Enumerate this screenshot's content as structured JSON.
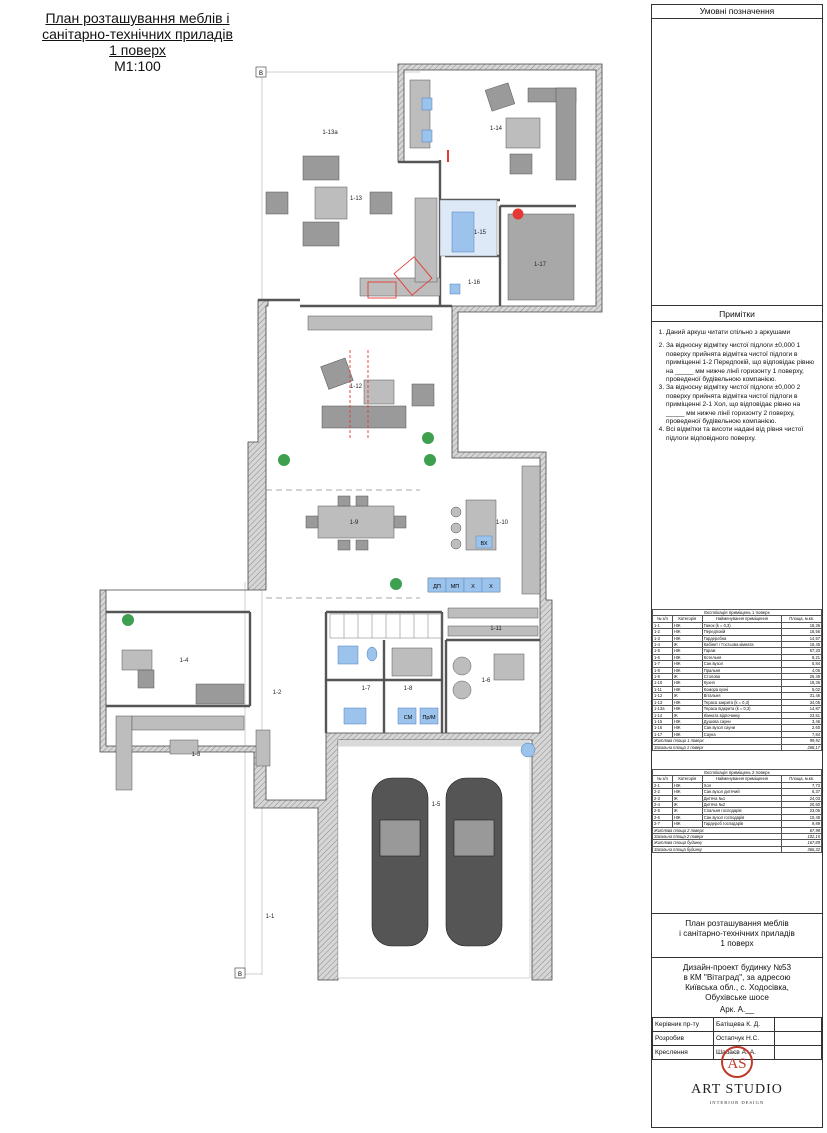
{
  "drawing_title": {
    "line1": "План розташування меблів і",
    "line2": "санітарно-технічних приладів",
    "line3": "1 поверх",
    "scale": "М1:100"
  },
  "grid_marker": "В",
  "plan_labels": [
    {
      "id": "1-1",
      "text": "1-1"
    },
    {
      "id": "1-2",
      "text": "1-2"
    },
    {
      "id": "1-3",
      "text": "1-3"
    },
    {
      "id": "1-4",
      "text": "1-4"
    },
    {
      "id": "1-5",
      "text": "1-5"
    },
    {
      "id": "1-6",
      "text": "1-6"
    },
    {
      "id": "1-7",
      "text": "1-7"
    },
    {
      "id": "1-8",
      "text": "1-8"
    },
    {
      "id": "1-9",
      "text": "1-9"
    },
    {
      "id": "1-10",
      "text": "1-10"
    },
    {
      "id": "1-11",
      "text": "1-11"
    },
    {
      "id": "1-12",
      "text": "1-12"
    },
    {
      "id": "1-13",
      "text": "1-13"
    },
    {
      "id": "1-13a",
      "text": "1-13а"
    },
    {
      "id": "1-14",
      "text": "1-14"
    },
    {
      "id": "1-15",
      "text": "1-15"
    },
    {
      "id": "1-16",
      "text": "1-16"
    },
    {
      "id": "1-17",
      "text": "1-17"
    }
  ],
  "kitchen_marks": [
    "ДП",
    "МП",
    "Х",
    "Х",
    "ВХ"
  ],
  "sanitary_marks": [
    "СМ",
    "Пр/М"
  ],
  "legend_header": "Умовні позначення",
  "notes": {
    "header": "Примітки",
    "items": [
      "Даний аркуш читати спільно з аркушами",
      "За відносну відмітку чистої підлоги ±0,000 1 поверху прийнята відмітка чистої підлоги в приміщенні 1-2 Передпокій, що відповідає рівню на _____ мм нижче лінії горизонту 1 поверху, проведеної будівельною компанією.",
      "За відносну відмітку чистої підлоги ±0,000 2 поверху прийнята відмітка чистої підлоги в приміщенні 2-1 Хол, що відповідає рівню на _____ мм нижче лінії горизонту 2 поверху, проведеної будівельною компанією.",
      "Всі відмітки та висоти надані від рівня чистої підлоги відповідного поверху."
    ]
  },
  "table1": {
    "caption": "Експлікація приміщень 1 поверх",
    "headers": [
      "№ з/п",
      "Категорія",
      "Найменування приміщення",
      "Площа, м.кв."
    ],
    "rows": [
      [
        "1-1",
        "НЖ",
        "Ганок (k = 0,3)",
        "18,36"
      ],
      [
        "1-2",
        "НЖ",
        "Передпокій",
        "18,56"
      ],
      [
        "1-3",
        "НЖ",
        "Гардеробна",
        "14,57"
      ],
      [
        "1-4",
        "Ж",
        "Кабінет / Гостьова кімната",
        "18,45"
      ],
      [
        "1-5",
        "НЖ",
        "Гараж",
        "57,33"
      ],
      [
        "1-6",
        "НЖ",
        "Котельня",
        "8,21"
      ],
      [
        "1-7",
        "НЖ",
        "Сан.вузол",
        "5,84"
      ],
      [
        "1-8",
        "НЖ",
        "Пральня",
        "4,06"
      ],
      [
        "1-9",
        "Ж",
        "Столова",
        "26,49"
      ],
      [
        "1-10",
        "НЖ",
        "Кухня",
        "18,36"
      ],
      [
        "1-11",
        "НЖ",
        "Комора кухні",
        "5,02"
      ],
      [
        "1-12",
        "Ж",
        "Вітальня",
        "31,46"
      ],
      [
        "1-13",
        "НЖ",
        "Тераса закрита (k = 0,3)",
        "34,05"
      ],
      [
        "1-13а",
        "НЖ",
        "Тераса відкрита (k = 0,3)",
        "14,87"
      ],
      [
        "1-14",
        "Ж",
        "Кімната відпочинку",
        "23,51"
      ],
      [
        "1-15",
        "НЖ",
        "Душова сауни",
        "3,46"
      ],
      [
        "1-16",
        "НЖ",
        "Сан.вузол сауни",
        "2,60"
      ],
      [
        "1-17",
        "НЖ",
        "Сауна",
        "7,84"
      ]
    ],
    "totals": [
      [
        "Житлова площа 1 поверх",
        "99,91"
      ],
      [
        "Загальна площа 1 поверх",
        "268,17"
      ]
    ]
  },
  "table2": {
    "caption": "Експлікація приміщень 2 поверх",
    "headers": [
      "№ з/п",
      "Категорія",
      "Найменування приміщення",
      "Площа, м.кв."
    ],
    "rows": [
      [
        "2-1",
        "НЖ",
        "Хол",
        "7,73"
      ],
      [
        "2-2",
        "НЖ",
        "Сан.вузол дитячий",
        "6,37"
      ],
      [
        "2-3",
        "Ж",
        "Дитяча №1",
        "24,03"
      ],
      [
        "2-4",
        "Ж",
        "Дитяча №2",
        "20,60"
      ],
      [
        "2-5",
        "Ж",
        "Спальня господарів",
        "23,05"
      ],
      [
        "2-6",
        "НЖ",
        "Сан.вузол господарів",
        "10,48"
      ],
      [
        "2-7",
        "НЖ",
        "Гардероб господарів",
        "9,89"
      ]
    ],
    "totals": [
      [
        "Житлова площа 2 поверх",
        "67,98"
      ],
      [
        "Загальна площа 2 поверх",
        "102,15"
      ],
      [
        "Житлова площа будинку",
        "167,89"
      ],
      [
        "Загальна площа будинку",
        "366,32"
      ]
    ]
  },
  "sheet_title": {
    "line1": "План розташування меблів",
    "line2": "і санітарно-технічних приладів",
    "line3": "1 поверх"
  },
  "project": {
    "line1": "Дизайн-проект будинку №53",
    "line2": "в КМ \"Вітаград\", за адресою",
    "line3": "Київська обл., с. Ходосівка,",
    "line4": "Обухівське шосе"
  },
  "sheet_no": "Арк. А.__",
  "staff": [
    [
      "Керівник пр-ту",
      "Батіщева К. Д."
    ],
    [
      "Розробив",
      "Остапчук Н.С."
    ],
    [
      "Креслення",
      "Шабаєв А. А."
    ]
  ],
  "logo": {
    "name": "ART STUDIO",
    "sub": "INTERIOR DESIGN",
    "mark": "AS"
  },
  "colors": {
    "wall": "#5a5a5a",
    "floor_hatch": "#9a9a9a",
    "furniture": "#888888",
    "water": "#9cc3ec",
    "fire": "#e53935",
    "plant": "#3ea04e"
  }
}
